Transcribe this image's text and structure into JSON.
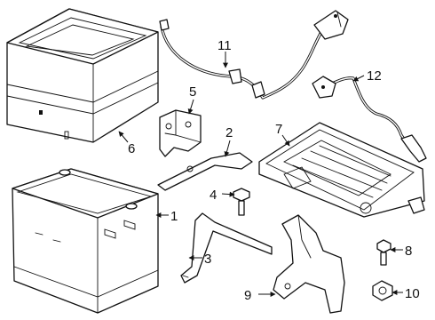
{
  "diagram": {
    "callouts": [
      "1",
      "2",
      "3",
      "4",
      "5",
      "6",
      "7",
      "8",
      "9",
      "10",
      "11",
      "12"
    ]
  }
}
